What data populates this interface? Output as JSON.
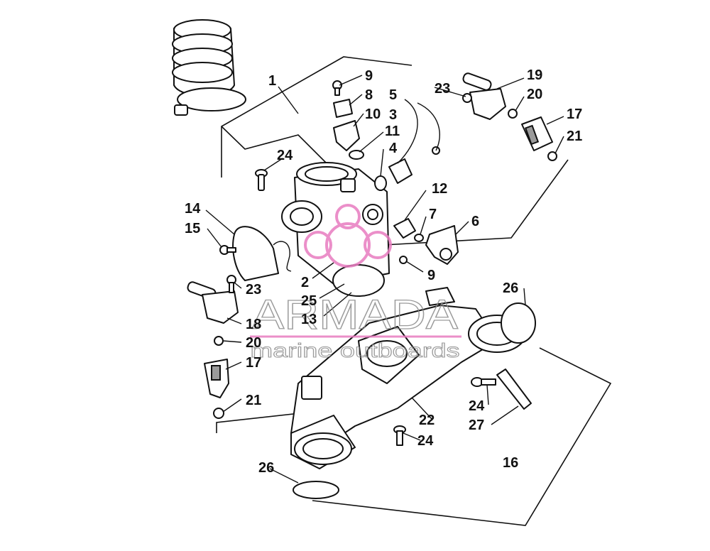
{
  "callouts": {
    "c1": "1",
    "c2": "2",
    "c3": "3",
    "c4": "4",
    "c5": "5",
    "c6": "6",
    "c7": "7",
    "c8": "8",
    "c9a": "9",
    "c9b": "9",
    "c10": "10",
    "c11": "11",
    "c12": "12",
    "c13": "13",
    "c14": "14",
    "c15": "15",
    "c16": "16",
    "c17a": "17",
    "c17b": "17",
    "c18": "18",
    "c19": "19",
    "c20a": "20",
    "c20b": "20",
    "c21a": "21",
    "c21b": "21",
    "c22": "22",
    "c23a": "23",
    "c23b": "23",
    "c24a": "24",
    "c24b": "24",
    "c24c": "24",
    "c25": "25",
    "c26a": "26",
    "c26b": "26",
    "c27": "27"
  },
  "watermark": {
    "brand": "ARMADA",
    "tagline": "marine outboards",
    "accent_color": "#e87cc0",
    "text_color": "#8a8a8a"
  },
  "colors": {
    "line": "#111111",
    "background": "#ffffff"
  }
}
